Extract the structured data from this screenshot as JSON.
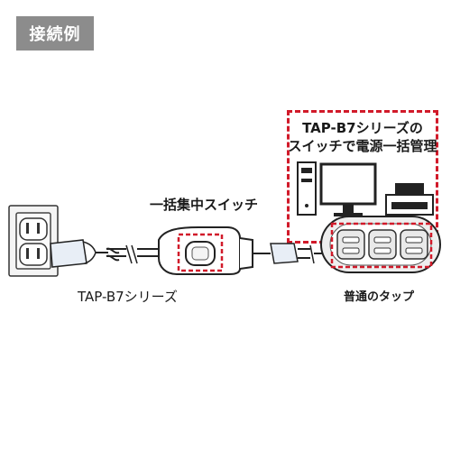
{
  "badge": "接続例",
  "labels": {
    "switch_label": "一括集中スイッチ",
    "product_name": "TAP-B7シリーズ",
    "normal_tap": "普通のタップ"
  },
  "callout": {
    "line1": "TAP-B7シリーズの",
    "line2": "スイッチで電源一括管理"
  },
  "colors": {
    "accent": "#d11a2a",
    "badge_bg": "#8c8c8c"
  }
}
